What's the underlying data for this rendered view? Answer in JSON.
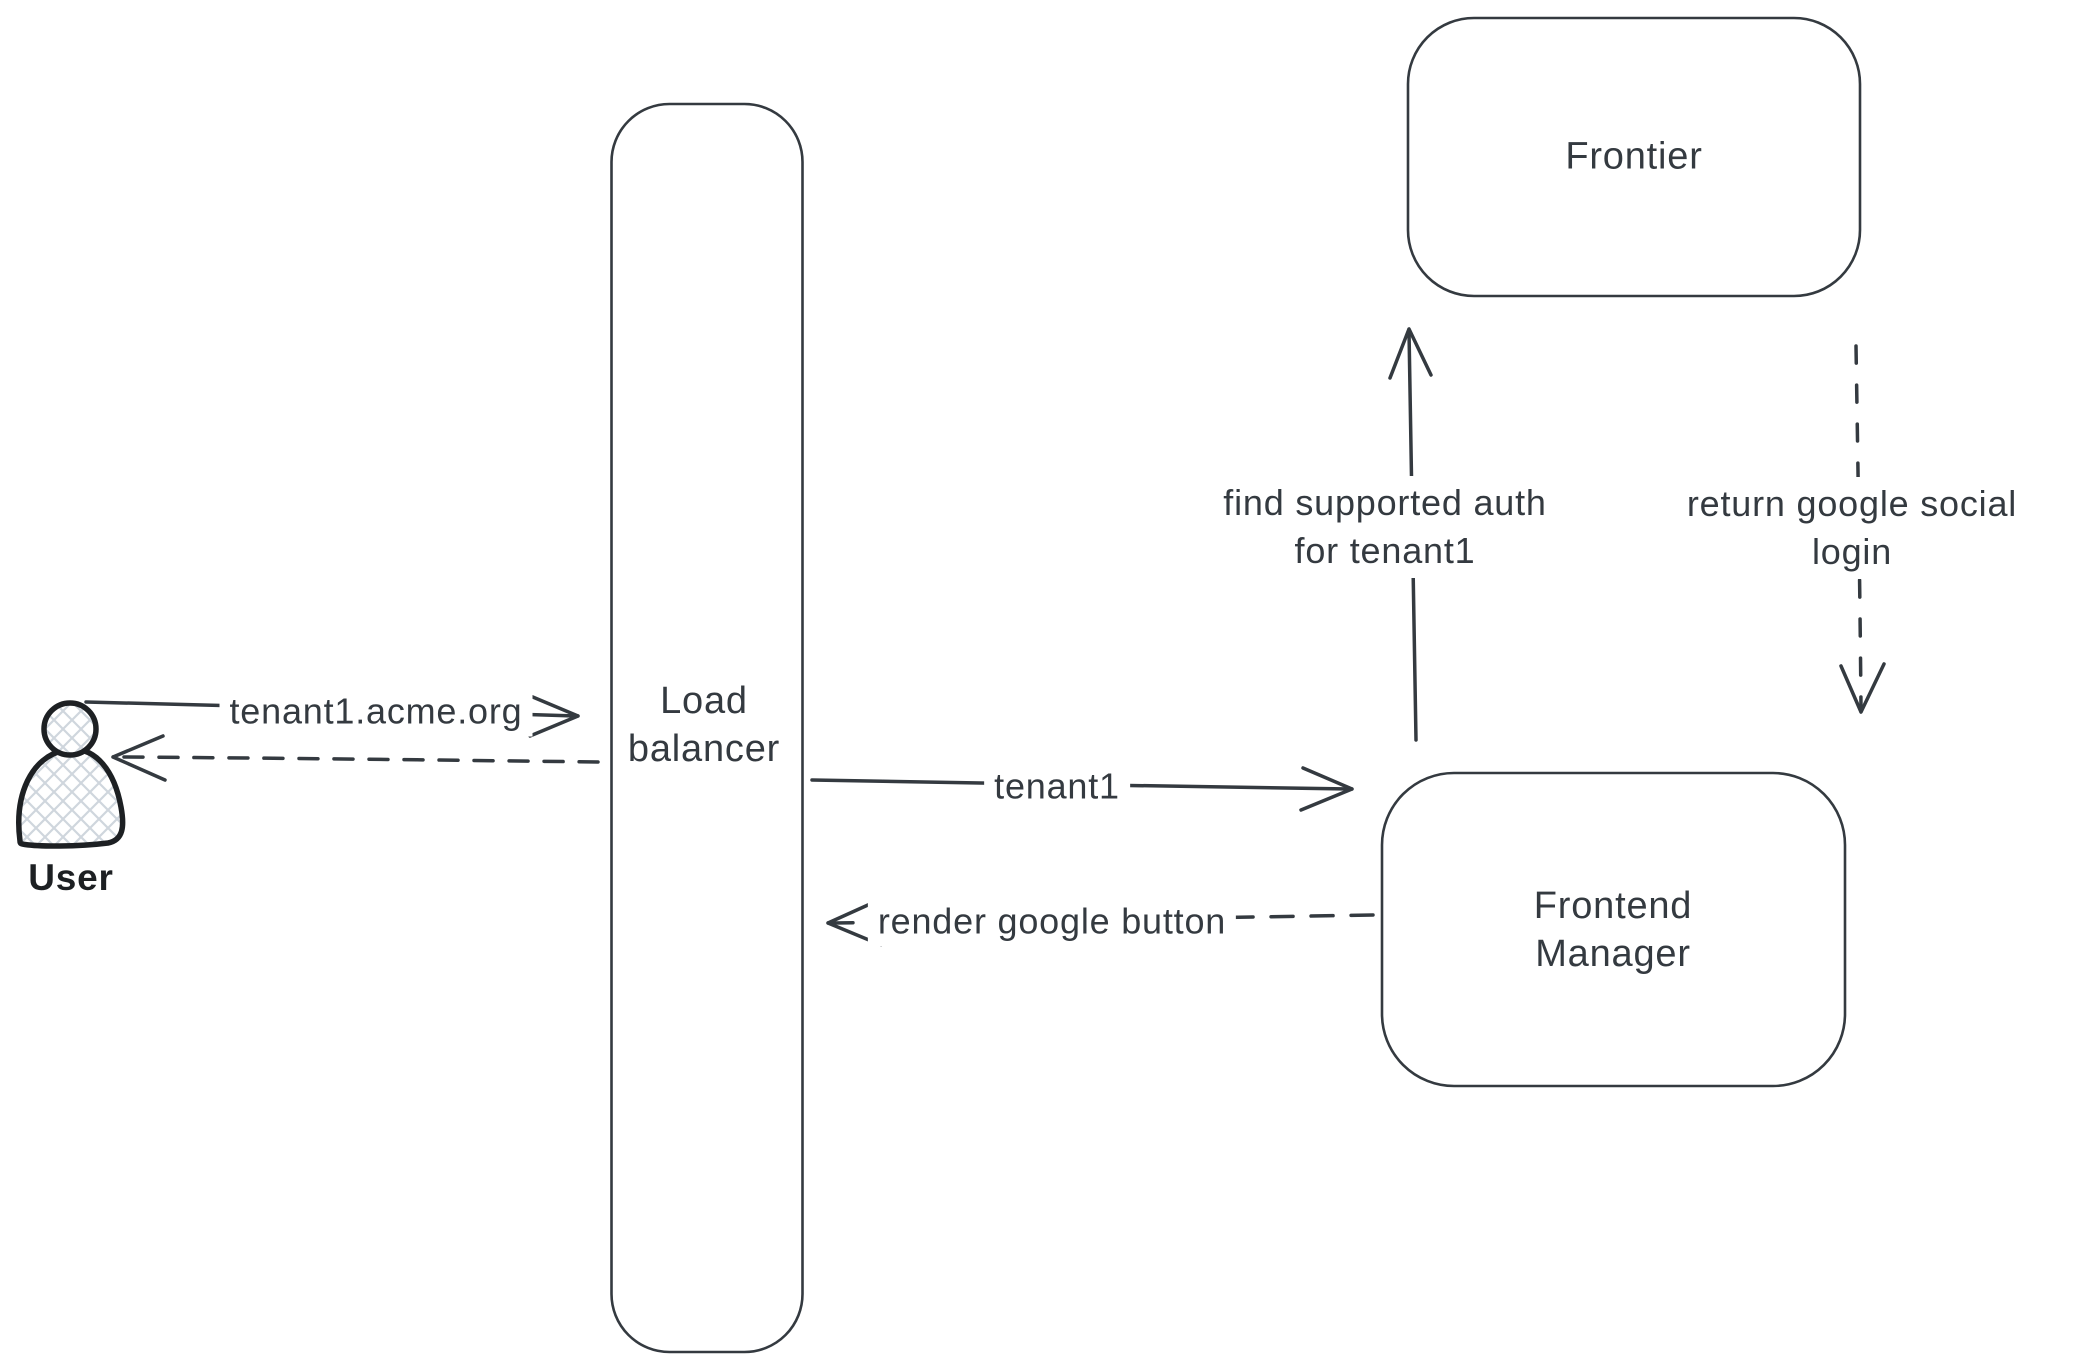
{
  "diagram": {
    "nodes": {
      "user": {
        "label": "User"
      },
      "load_balancer": {
        "line1": "Load",
        "line2": "balancer"
      },
      "frontier": {
        "label": "Frontier"
      },
      "frontend_manager": {
        "line1": "Frontend",
        "line2": "Manager"
      }
    },
    "edges": {
      "user_to_lb": {
        "label": "tenant1.acme.org",
        "style": "solid",
        "direction": "right"
      },
      "lb_to_user": {
        "style": "dashed",
        "direction": "left"
      },
      "lb_to_fm": {
        "label": "tenant1",
        "style": "solid",
        "direction": "right"
      },
      "fm_to_lb": {
        "label": "render google button",
        "style": "dashed",
        "direction": "left"
      },
      "fm_to_frontier": {
        "line1": "find supported auth",
        "line2": "for tenant1",
        "style": "solid",
        "direction": "up"
      },
      "frontier_to_fm": {
        "line1": "return google social",
        "line2": "login",
        "style": "dashed",
        "direction": "down"
      }
    },
    "colors": {
      "stroke": "#343a40",
      "user_stroke": "#1d2023",
      "hatch_fill": "#cfd6dd",
      "background": "#ffffff",
      "label_text": "#343a40"
    }
  }
}
